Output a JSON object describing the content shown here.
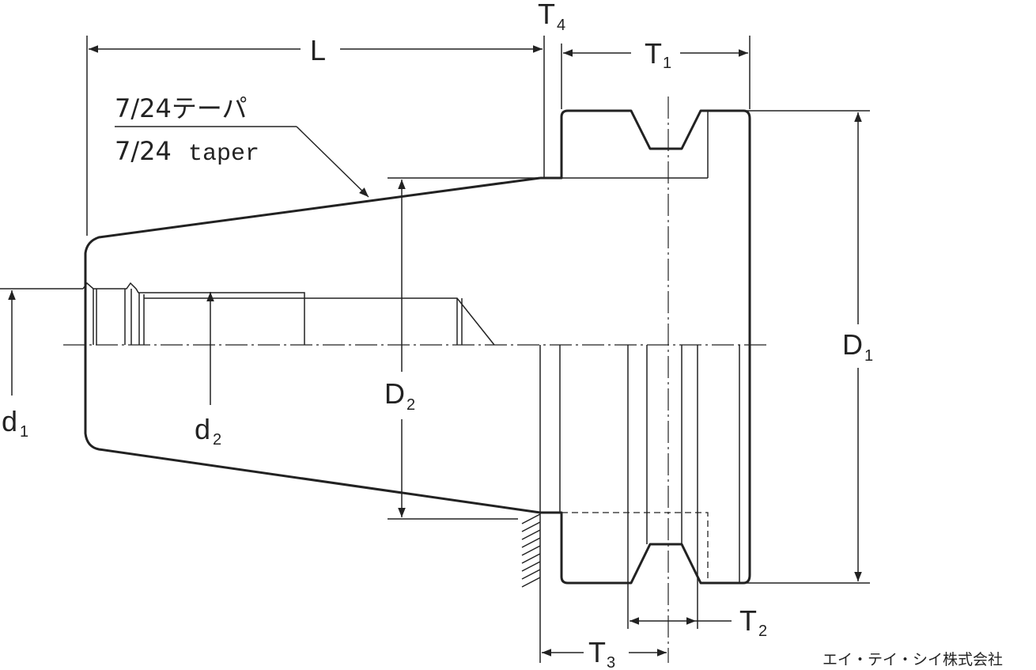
{
  "labels": {
    "L": "L",
    "T4_base": "T",
    "T4_sub": "4",
    "T1_base": "T",
    "T1_sub": "1",
    "T2_base": "T",
    "T2_sub": "2",
    "T3_base": "T",
    "T3_sub": "3",
    "D1_base": "D",
    "D1_sub": "1",
    "D2_base": "D",
    "D2_sub": "2",
    "d1_base": "d",
    "d1_sub": "1",
    "d2_base": "d",
    "d2_sub": "2",
    "taper_jp": "7/24テーパ",
    "taper_en_num": "7/24",
    "taper_en_word": "taper"
  },
  "company": "エイ・テイ・シイ株式会社",
  "colors": {
    "line": "#222222",
    "background": "#ffffff"
  }
}
